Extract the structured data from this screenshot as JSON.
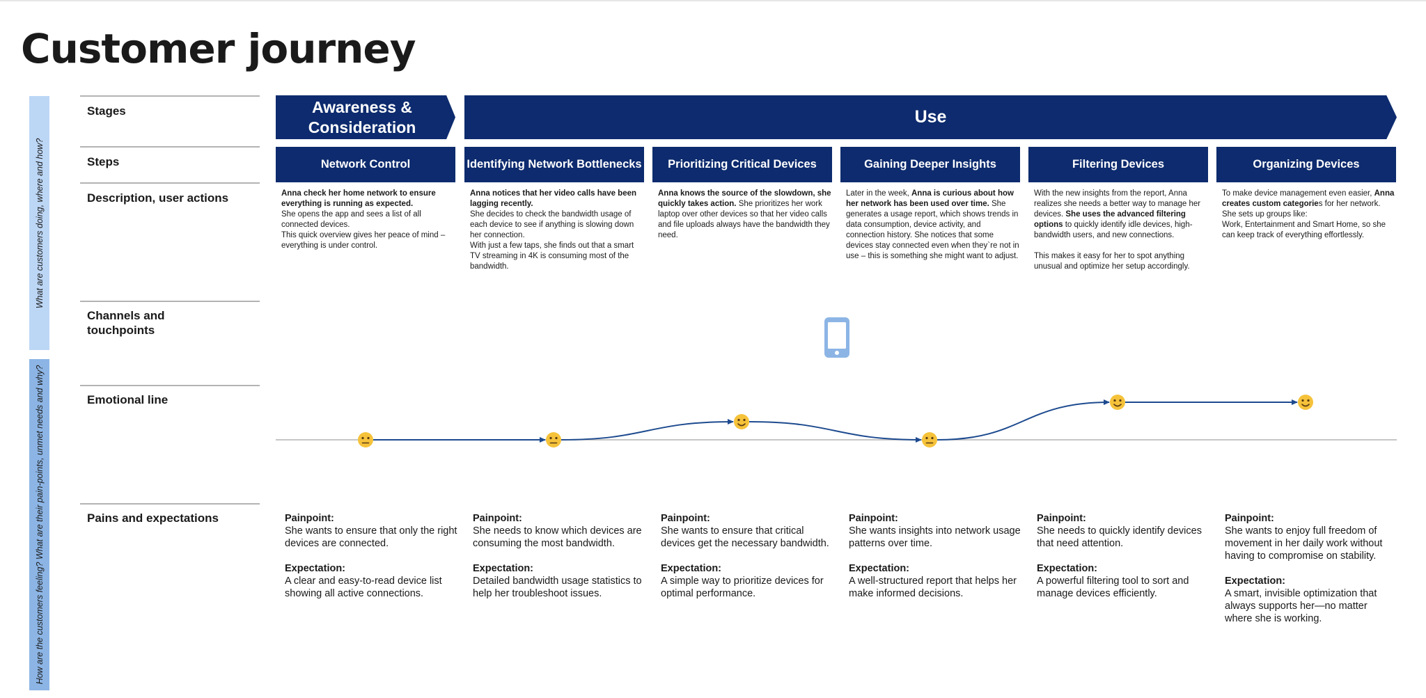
{
  "title": "Customer journey",
  "sidebar": {
    "top_question": "What are customers doing, where and how?",
    "bottom_question": "How are the customers feeling? What are their pain-points, unmet needs and why?"
  },
  "row_labels": {
    "stages": "Stages",
    "steps": "Steps",
    "description": "Description,  user actions",
    "channels": "Channels and touchpoints",
    "emotional": "Emotional line",
    "pains": "Pains and expectations"
  },
  "stages": [
    {
      "label": "Awareness & Consideration"
    },
    {
      "label": "Use"
    }
  ],
  "steps": [
    {
      "title": "Network Control"
    },
    {
      "title": "Identifying Network Bottlenecks"
    },
    {
      "title": "Prioritizing Critical Devices"
    },
    {
      "title": "Gaining Deeper Insights"
    },
    {
      "title": "Filtering Devices"
    },
    {
      "title": "Organizing Devices"
    }
  ],
  "descriptions": [
    {
      "bold1": "Anna check her home network to ensure everything is running as expected.",
      "text1": "She opens the app and sees a list of all connected devices.",
      "text2": "This quick overview gives her peace of mind – everything is under control."
    },
    {
      "bold1": "Anna notices that her video calls have been lagging recently.",
      "text1": "She decides to check the bandwidth usage of each device to see if anything is slowing down her connection.",
      "text2": "With just a few taps, she finds out that a smart TV streaming in 4K is consuming most of the bandwidth."
    },
    {
      "bold1": "Anna knows the source of the slowdown, she quickly takes action.",
      "text1": " She prioritizes her work laptop over other devices so that her video calls and file uploads always have the bandwidth they need."
    },
    {
      "text0": "Later in the week, ",
      "bold1": "Anna is curious about how her network has been used over time.",
      "text1": " She generates a usage report, which shows trends in data consumption, device activity, and connection history. She notices that some devices stay connected even when they`re not in use – this is something she might want to adjust."
    },
    {
      "text0": "With the new insights from the report, Anna realizes she needs a better way to manage her devices. ",
      "bold1": "She uses the advanced filtering options",
      "text1": " to quickly identify idle devices, high-bandwidth users, and new connections.",
      "text2": "This makes it easy for her to spot anything unusual and optimize her setup accordingly."
    },
    {
      "text0": "To make device management even easier, ",
      "bold1": "Anna creates custom categorie",
      "text1": "s for her network.",
      "text2": "She sets up groups like:",
      "text3": "Work, Entertainment and Smart Home, so she can keep track of everything effortlessly."
    }
  ],
  "channels": {
    "icon": "smartphone-icon",
    "color": "#8cb5e5"
  },
  "emotions": [
    {
      "step": 1,
      "emoji": "😐",
      "level": "neutral"
    },
    {
      "step": 2,
      "emoji": "😐",
      "level": "neutral"
    },
    {
      "step": 3,
      "emoji": "😊",
      "level": "slightly-happy"
    },
    {
      "step": 4,
      "emoji": "😐",
      "level": "neutral"
    },
    {
      "step": 5,
      "emoji": "😊",
      "level": "happy"
    },
    {
      "step": 6,
      "emoji": "😊",
      "level": "happy"
    }
  ],
  "pains": [
    {
      "painpoint_label": "Painpoint:",
      "painpoint": "She wants to ensure that only the right devices are connected.",
      "expectation_label": "Expectation:",
      "expectation": "A clear and easy-to-read device list showing all active connections."
    },
    {
      "painpoint_label": "Painpoint:",
      "painpoint": "She needs to know which devices are consuming the most bandwidth.",
      "expectation_label": "Expectation:",
      "expectation": "Detailed bandwidth usage statistics to help her troubleshoot issues."
    },
    {
      "painpoint_label": "Painpoint:",
      "painpoint": "She wants to ensure that critical devices get the necessary bandwidth.",
      "expectation_label": "Expectation:",
      "expectation": "A simple way to prioritize devices for optimal performance."
    },
    {
      "painpoint_label": "Painpoint:",
      "painpoint": "She wants insights into network usage patterns over time.",
      "expectation_label": "Expectation:",
      "expectation": "A well-structured report that helps her make informed decisions."
    },
    {
      "painpoint_label": "Painpoint:",
      "painpoint": "She needs to quickly identify devices that need attention.",
      "expectation_label": "Expectation:",
      "expectation": "A powerful filtering tool to sort and manage devices efficiently."
    },
    {
      "painpoint_label": "Painpoint:",
      "painpoint": "She wants to enjoy full freedom of movement in her daily work without having to compromise on stability.",
      "expectation_label": "Expectation:",
      "expectation": "A smart, invisible optimization that always supports her—no matter where she is working."
    }
  ],
  "colors": {
    "stage_bg": "#0d2b6e",
    "line": "#1d4a8f",
    "emoji": "#f5c23a"
  }
}
